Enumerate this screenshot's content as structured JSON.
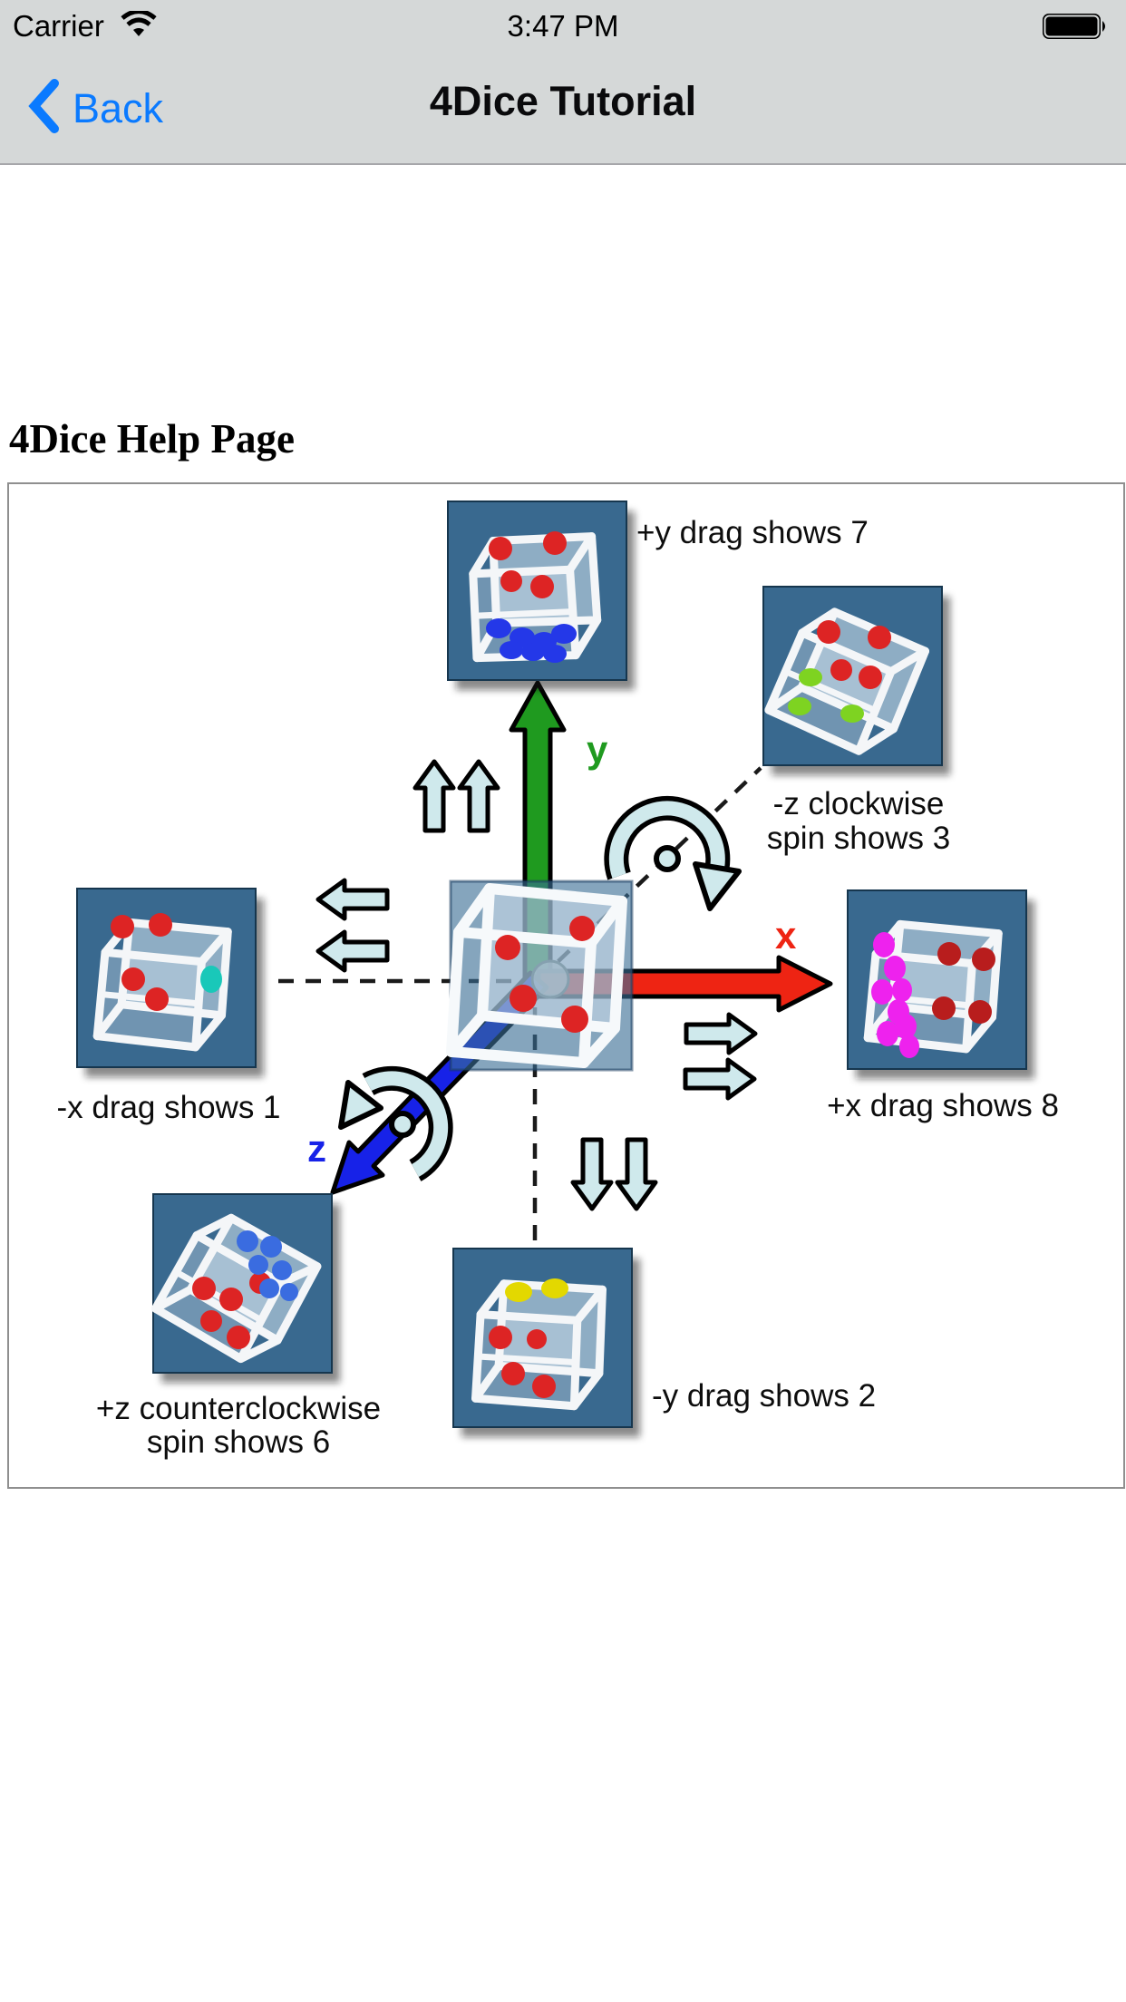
{
  "status_bar": {
    "carrier_label": "Carrier",
    "time": "3:47 PM",
    "wifi_icon": "wifi-icon",
    "battery_icon": "battery-full-icon"
  },
  "nav_bar": {
    "back_label": "Back",
    "title": "4Dice Tutorial",
    "accent_color": "#0a7aff"
  },
  "content": {
    "heading": "4Dice Help Page"
  },
  "diagram": {
    "labels": {
      "plus_y": "+y drag shows 7",
      "minus_z_line1": "-z clockwise",
      "minus_z_line2": "spin shows 3",
      "minus_x": "-x drag shows 1",
      "plus_x": "+x drag shows 8",
      "plus_z_line1": "+z counterclockwise",
      "plus_z_line2": "spin shows 6",
      "minus_y": "-y drag shows 2",
      "axis_x": "x",
      "axis_y": "y",
      "axis_z": "z"
    },
    "axes": {
      "x_color": "#ee2413",
      "y_color": "#1f9a1f",
      "z_color": "#1722e8"
    },
    "colors": {
      "die_background": "#39698f",
      "drag_arrow_fill": "#cfe9ec",
      "pane_overlay": "rgba(58,109,148,0.62)",
      "pip_red": "#dd2424",
      "pip_blue": "#2438e8",
      "pip_green": "#7ed321",
      "pip_cyan": "#19c8b9",
      "pip_magenta": "#ee22ee",
      "pip_yellow": "#e3d800"
    },
    "dice": [
      {
        "id": "plus-y-die",
        "shows": 7,
        "pip_color": "blue"
      },
      {
        "id": "minus-z-die",
        "shows": 3,
        "pip_color": "green"
      },
      {
        "id": "minus-x-die",
        "shows": 1,
        "pip_color": "cyan"
      },
      {
        "id": "plus-x-die",
        "shows": 8,
        "pip_color": "magenta"
      },
      {
        "id": "plus-z-die",
        "shows": 6,
        "pip_color": "blue"
      },
      {
        "id": "minus-y-die",
        "shows": 2,
        "pip_color": "yellow"
      },
      {
        "id": "center-die",
        "shows": "",
        "pip_color": "red"
      }
    ]
  }
}
